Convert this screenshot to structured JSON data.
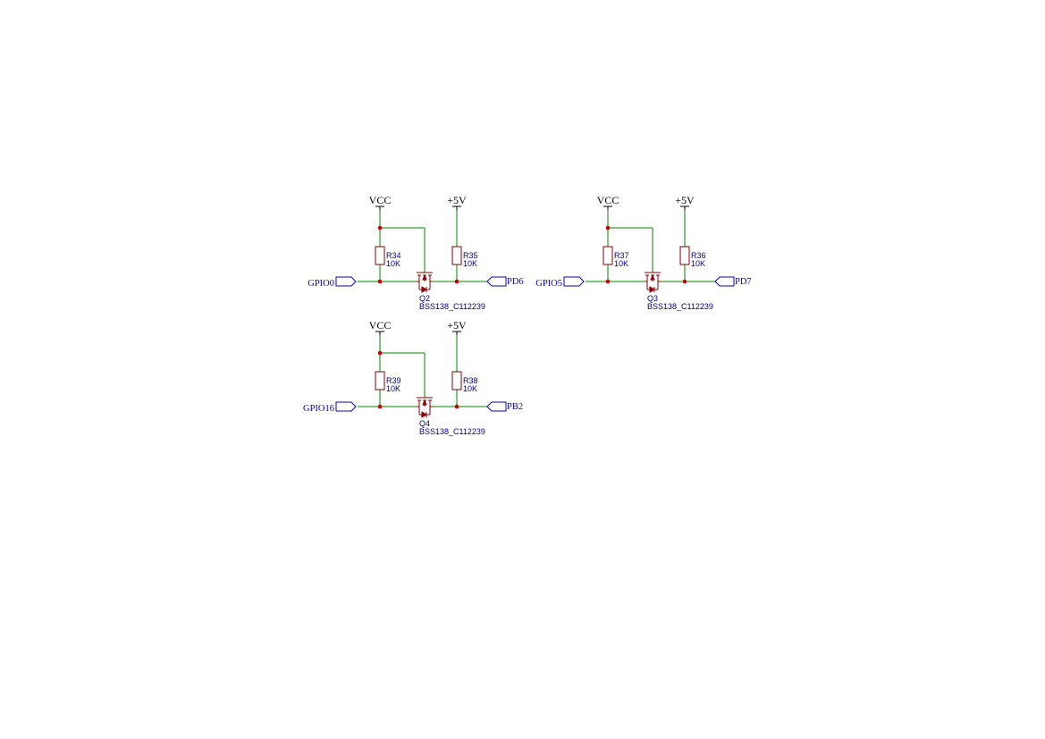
{
  "colors": {
    "wire": "#008800",
    "component": "#880000",
    "junction": "#cc0000",
    "net_label": "#0000cc",
    "designator": "#000080",
    "power": "#000000"
  },
  "blocks": [
    {
      "power_left": "VCC",
      "power_right": "+5V",
      "r_left": {
        "ref": "R34",
        "value": "10K"
      },
      "r_right": {
        "ref": "R35",
        "value": "10K"
      },
      "fet": {
        "ref": "Q2",
        "part": "BSS138_C112239"
      },
      "net_in": "GPIO0",
      "net_out": "PD6"
    },
    {
      "power_left": "VCC",
      "power_right": "+5V",
      "r_left": {
        "ref": "R37",
        "value": "10K"
      },
      "r_right": {
        "ref": "R36",
        "value": "10K"
      },
      "fet": {
        "ref": "Q3",
        "part": "BSS138_C112239"
      },
      "net_in": "GPIO5",
      "net_out": "PD7"
    },
    {
      "power_left": "VCC",
      "power_right": "+5V",
      "r_left": {
        "ref": "R39",
        "value": "10K"
      },
      "r_right": {
        "ref": "R38",
        "value": "10K"
      },
      "fet": {
        "ref": "Q4",
        "part": "BSS138_C112239"
      },
      "net_in": "GPIO16",
      "net_out": "PB2"
    }
  ]
}
